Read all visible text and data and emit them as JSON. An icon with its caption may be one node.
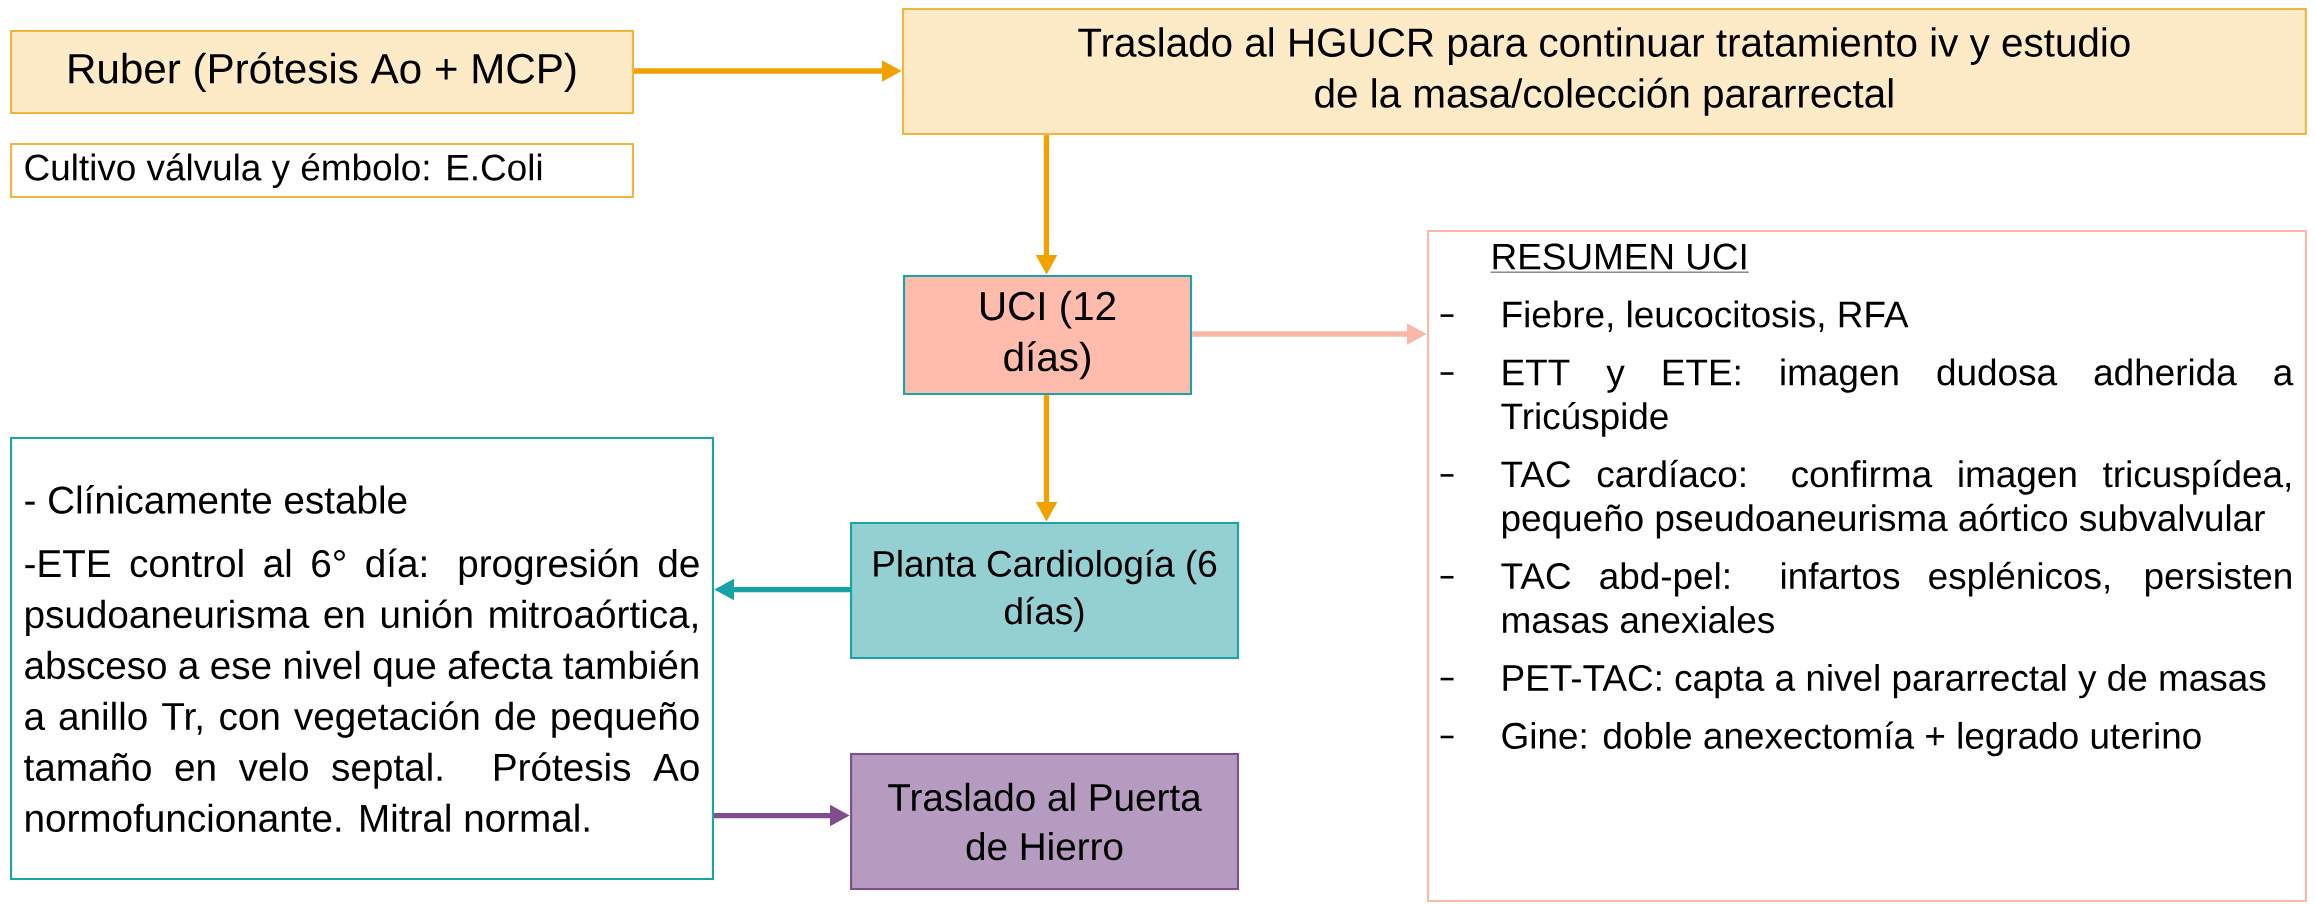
{
  "diagram": {
    "nodes": [
      {
        "text": [
          "Ruber (Prótesis Ao + MCP)"
        ]
      },
      {
        "text": [
          "Cultivo válvula y émbolo: E.Coli"
        ]
      },
      {
        "text": [
          "Traslado al HGUCR para continuar tratamiento iv y estudio de la masa/colección pararrectal"
        ]
      },
      {
        "text": [
          "UCI (12 días)"
        ]
      },
      {
        "text": [
          "RESUMEN UCI",
          "Fiebre, leucocitosis, RFA",
          "ETT y ETE: imagen dudosa adherida a Tricúspide",
          "TAC cardíaco: confirma imagen tricuspídea, pequeño pseudoaneurisma aórtico subvalvular",
          "TAC abd-pel: infartos esplénicos, persisten masas anexiales",
          "PET-TAC: capta a nivel pararrectal y de masas",
          "Gine: doble anexectomía + legrado uterino"
        ]
      },
      {
        "text": [
          "- Clínicamente estable",
          "-ETE control al 6° día: progresión de psudoaneurisma en unión mitroaórtica, absceso a ese nivel que afecta también a anillo Tr, con vegetación de pequeño tamaño en velo septal. Prótesis Ao normofuncionante. Mitral normal."
        ]
      },
      {
        "text": [
          "Planta Cardiología (6 días)"
        ]
      },
      {
        "text": [
          "Traslado al Puerta de Hierro"
        ]
      }
    ],
    "edges": [
      {
        "from": 0,
        "to": 2,
        "arrow": "to"
      },
      {
        "from": 2,
        "to": 3,
        "arrow": "to"
      },
      {
        "from": 3,
        "to": 4,
        "arrow": "to",
        "color": "#f9b8a8"
      },
      {
        "from": 3,
        "to": 6,
        "arrow": "to"
      },
      {
        "from": 6,
        "to": 5,
        "arrow": "to",
        "color": "#16a3a8"
      },
      {
        "from": 5,
        "to": 7,
        "arrow": "to",
        "color": "#7e4e8e"
      }
    ]
  }
}
